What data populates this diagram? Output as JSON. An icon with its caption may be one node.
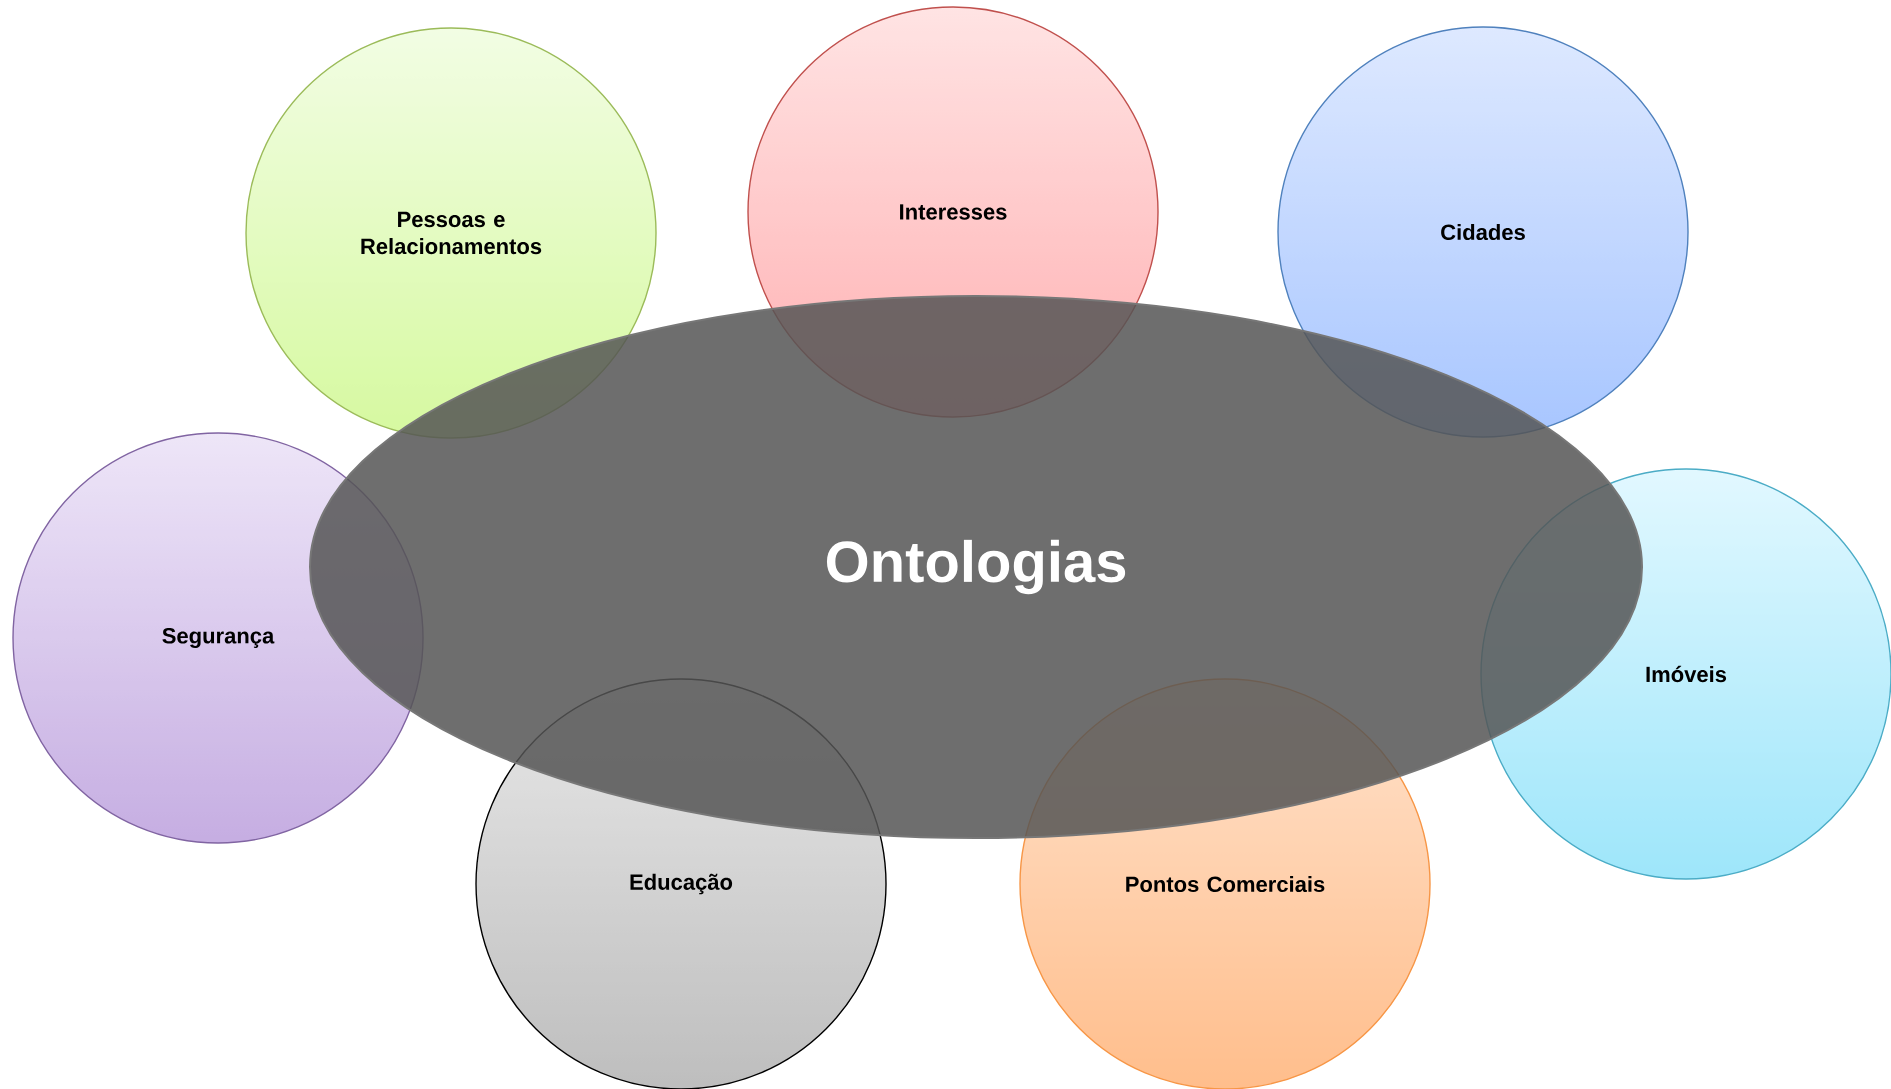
{
  "diagram": {
    "nodes": [
      {
        "text": [
          "Pessoas e Relacionamentos"
        ]
      },
      {
        "text": [
          "Interesses"
        ]
      },
      {
        "text": [
          "Cidades"
        ]
      },
      {
        "text": [
          "Segurança"
        ]
      },
      {
        "text": [
          "Ontologias"
        ]
      },
      {
        "text": [
          "Imóveis"
        ]
      },
      {
        "text": [
          "Educação"
        ]
      },
      {
        "text": [
          "Pontos Comerciais"
        ]
      }
    ],
    "edges": []
  }
}
